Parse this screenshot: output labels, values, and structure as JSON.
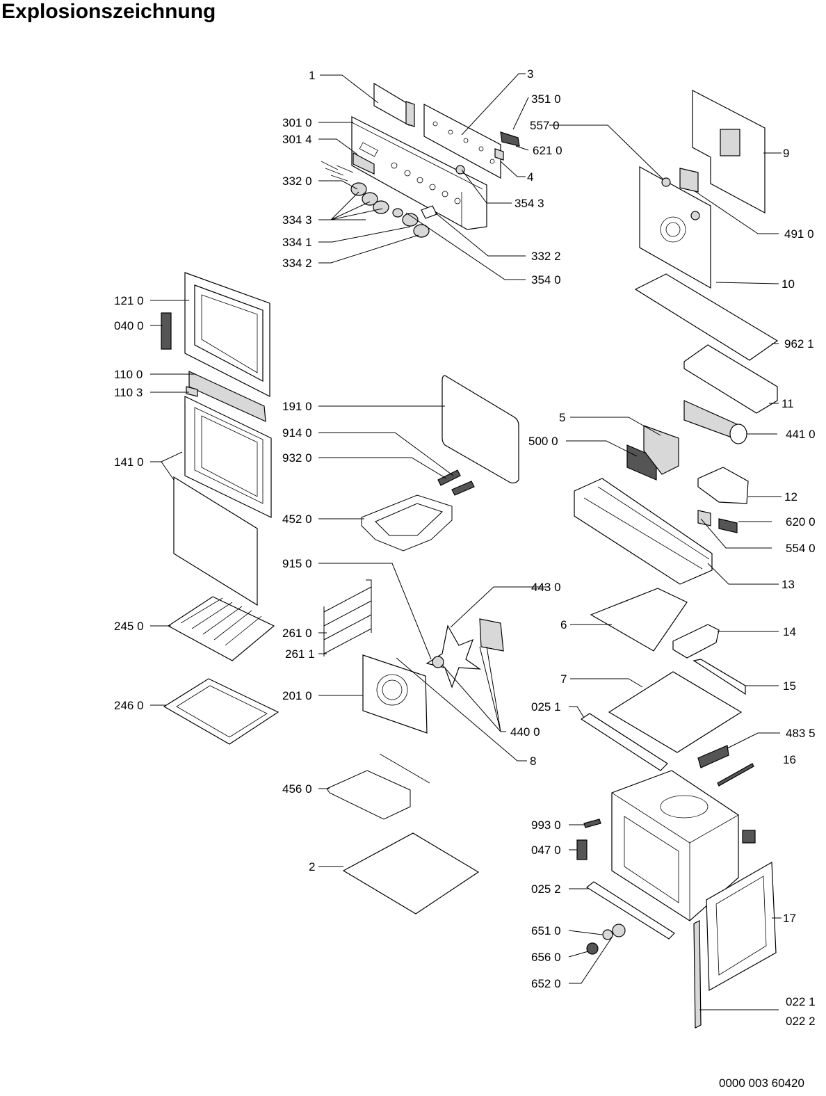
{
  "title": "Explosionszeichnung",
  "document_number": "0000 003 60420",
  "colors": {
    "ink": "#000000",
    "paper": "#ffffff"
  },
  "labels": [
    {
      "id": "1",
      "text": "1"
    },
    {
      "id": "3",
      "text": "3"
    },
    {
      "id": "3510",
      "text": "351 0"
    },
    {
      "id": "5570",
      "text": "557 0"
    },
    {
      "id": "6210",
      "text": "621 0"
    },
    {
      "id": "3010",
      "text": "301 0"
    },
    {
      "id": "3014",
      "text": "301 4"
    },
    {
      "id": "4",
      "text": "4"
    },
    {
      "id": "3320",
      "text": "332 0"
    },
    {
      "id": "3543",
      "text": "354 3"
    },
    {
      "id": "3343",
      "text": "334 3"
    },
    {
      "id": "3341",
      "text": "334 1"
    },
    {
      "id": "3342",
      "text": "334 2"
    },
    {
      "id": "3322",
      "text": "332 2"
    },
    {
      "id": "3540",
      "text": "354 0"
    },
    {
      "id": "9",
      "text": "9"
    },
    {
      "id": "4910",
      "text": "491 0"
    },
    {
      "id": "10",
      "text": "10"
    },
    {
      "id": "1210",
      "text": "121 0"
    },
    {
      "id": "0400",
      "text": "040 0"
    },
    {
      "id": "9621",
      "text": "962 1"
    },
    {
      "id": "1100",
      "text": "110 0"
    },
    {
      "id": "1103",
      "text": "110 3"
    },
    {
      "id": "1910",
      "text": "191 0"
    },
    {
      "id": "11",
      "text": "11"
    },
    {
      "id": "5",
      "text": "5"
    },
    {
      "id": "9140",
      "text": "914 0"
    },
    {
      "id": "4410",
      "text": "441 0"
    },
    {
      "id": "5000",
      "text": "500 0"
    },
    {
      "id": "1410",
      "text": "141 0"
    },
    {
      "id": "9320",
      "text": "932 0"
    },
    {
      "id": "12",
      "text": "12"
    },
    {
      "id": "4520",
      "text": "452 0"
    },
    {
      "id": "6200",
      "text": "620 0"
    },
    {
      "id": "5540",
      "text": "554 0"
    },
    {
      "id": "9150",
      "text": "915 0"
    },
    {
      "id": "13",
      "text": "13"
    },
    {
      "id": "4430",
      "text": "443 0"
    },
    {
      "id": "2450",
      "text": "245 0"
    },
    {
      "id": "6",
      "text": "6"
    },
    {
      "id": "2610",
      "text": "261 0"
    },
    {
      "id": "14",
      "text": "14"
    },
    {
      "id": "2611",
      "text": "261 1"
    },
    {
      "id": "7",
      "text": "7"
    },
    {
      "id": "15",
      "text": "15"
    },
    {
      "id": "2460",
      "text": "246 0"
    },
    {
      "id": "2010",
      "text": "201 0"
    },
    {
      "id": "0251",
      "text": "025 1"
    },
    {
      "id": "4400",
      "text": "440 0"
    },
    {
      "id": "4835",
      "text": "483 5"
    },
    {
      "id": "8",
      "text": "8"
    },
    {
      "id": "16",
      "text": "16"
    },
    {
      "id": "4560",
      "text": "456 0"
    },
    {
      "id": "9930",
      "text": "993 0"
    },
    {
      "id": "0470",
      "text": "047 0"
    },
    {
      "id": "2",
      "text": "2"
    },
    {
      "id": "0252",
      "text": "025 2"
    },
    {
      "id": "17",
      "text": "17"
    },
    {
      "id": "6510",
      "text": "651 0"
    },
    {
      "id": "6560",
      "text": "656 0"
    },
    {
      "id": "6520",
      "text": "652 0"
    },
    {
      "id": "0221",
      "text": "022 1"
    },
    {
      "id": "0222",
      "text": "022 2"
    }
  ]
}
